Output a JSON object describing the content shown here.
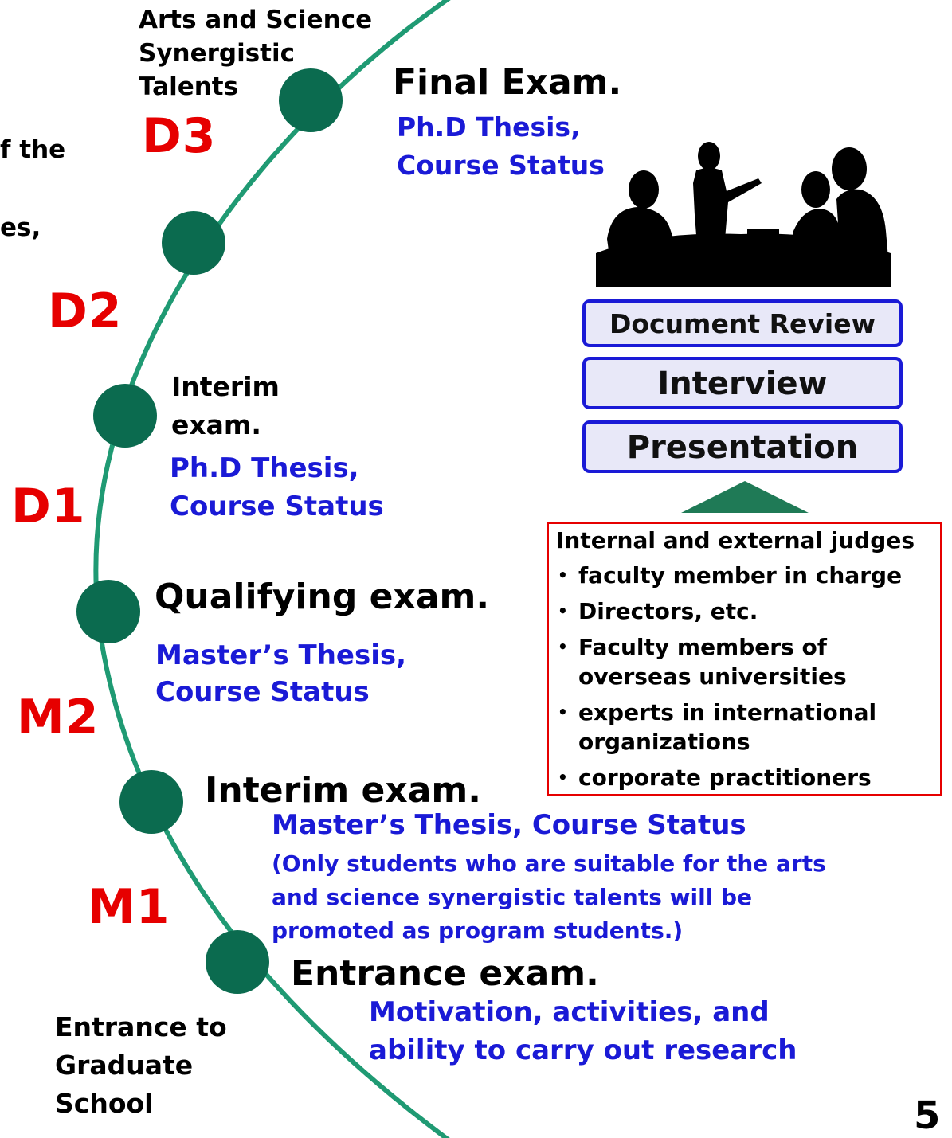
{
  "stages": {
    "top_label_lines": [
      "Arts and Science",
      "Synergistic",
      "Talents"
    ],
    "cut_left_1": "f the",
    "cut_left_2": "es,"
  },
  "years": {
    "d3": "D3",
    "d2": "D2",
    "d1": "D1",
    "m2": "M2",
    "m1": "M1"
  },
  "final_exam": {
    "title": "Final Exam.",
    "desc_lines": [
      "Ph.D Thesis,",
      "Course Status"
    ]
  },
  "interim_doctoral": {
    "title_lines": [
      "Interim",
      "exam."
    ],
    "desc_lines": [
      "Ph.D Thesis,",
      "Course Status"
    ]
  },
  "qualifying": {
    "title": "Qualifying exam.",
    "desc_lines": [
      "Master’s Thesis,",
      "Course Status"
    ]
  },
  "interim_master": {
    "title": "Interim exam.",
    "desc": "Master’s Thesis, Course Status",
    "note_lines": [
      "(Only students who are suitable for the arts",
      "and science synergistic talents will be",
      "promoted as program students.)"
    ]
  },
  "entrance_exam": {
    "title": "Entrance exam.",
    "desc_lines": [
      "Motivation, activities, and",
      "ability to carry out research"
    ]
  },
  "entrance_label_lines": [
    "Entrance to",
    "Graduate",
    "School"
  ],
  "review_boxes": [
    "Document Review",
    "Interview",
    "Presentation"
  ],
  "judges": {
    "title": "Internal and external judges",
    "items": [
      [
        "faculty member in charge"
      ],
      [
        "Directors, etc."
      ],
      [
        "Faculty members of",
        "overseas universities"
      ],
      [
        "experts in international",
        "organizations"
      ],
      [
        "corporate practitioners"
      ]
    ]
  },
  "page_number": "5",
  "colors": {
    "accent_blue": "#1a1ad6",
    "year_red": "#e60000",
    "node_green": "#0b6b4f",
    "arc_green": "#1f9a73"
  }
}
